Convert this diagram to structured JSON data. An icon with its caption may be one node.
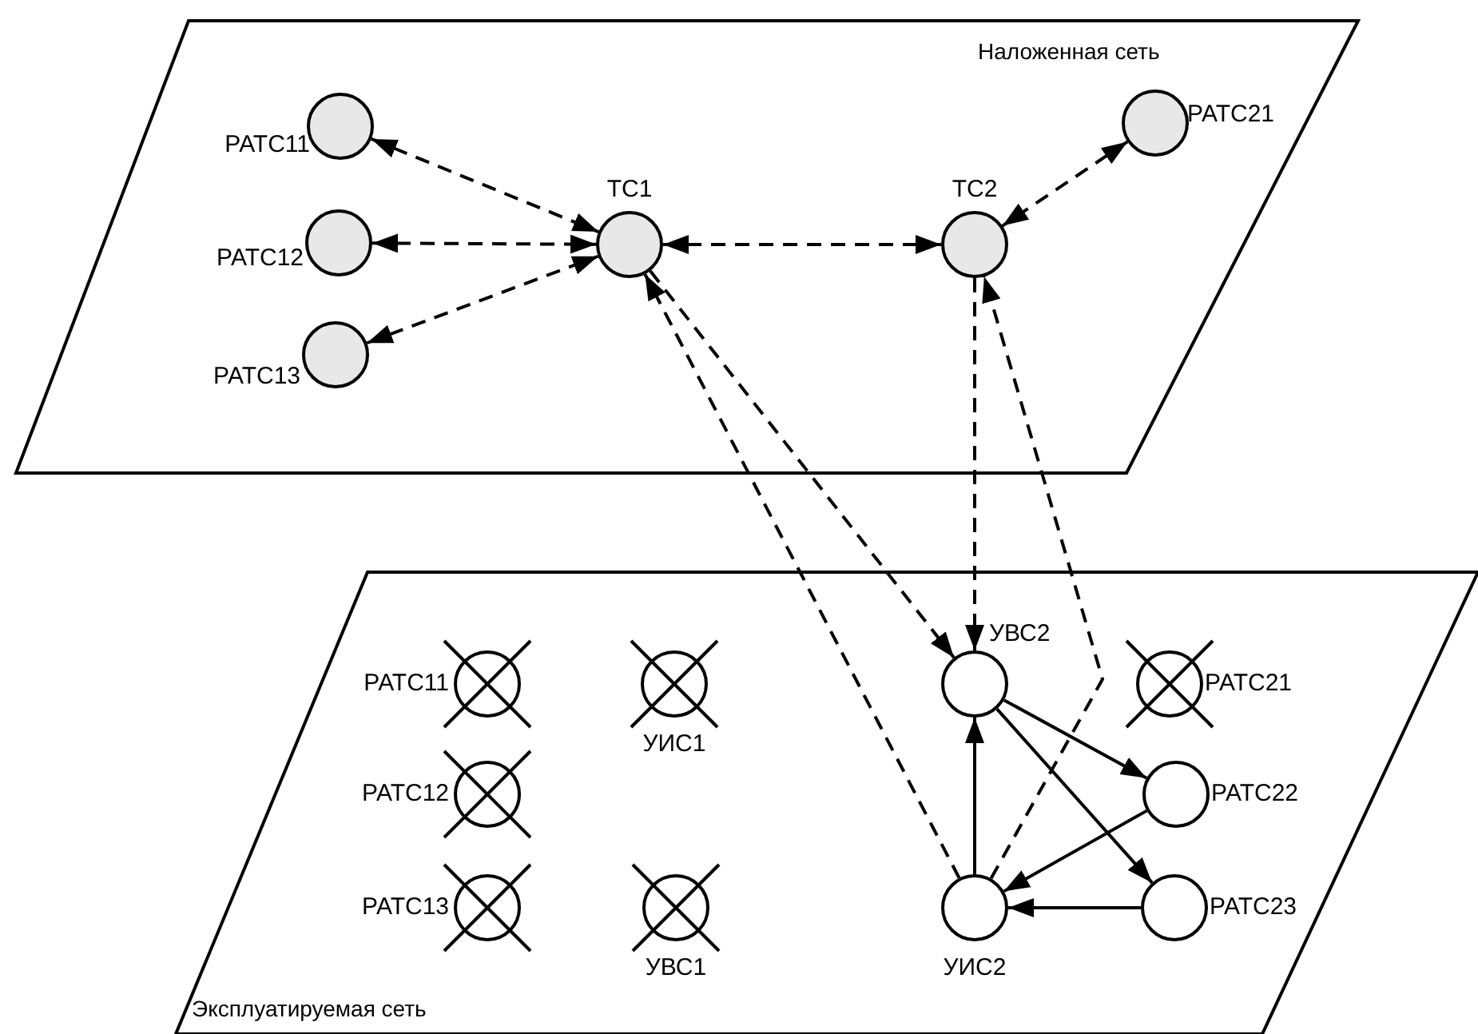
{
  "diagram": {
    "nodes": [
      {
        "text": [
          "Наложенная сеть"
        ]
      },
      {
        "text": [],
        "shape": "circle",
        "beside": [
          "РАТС11"
        ],
        "in": 0
      },
      {
        "text": [],
        "shape": "circle",
        "beside": [
          "РАТС12"
        ],
        "in": 0
      },
      {
        "text": [],
        "shape": "circle",
        "beside": [
          "РАТС13"
        ],
        "in": 0
      },
      {
        "text": [],
        "shape": "circle",
        "beside": [
          "ТС1"
        ],
        "in": 0
      },
      {
        "text": [],
        "shape": "circle",
        "beside": [
          "ТС2"
        ],
        "in": 0
      },
      {
        "text": [],
        "shape": "circle",
        "beside": [
          "РАТС21"
        ],
        "in": 0
      },
      {
        "text": [
          "Эксплуатируемая сеть"
        ]
      },
      {
        "text": [],
        "shape": "circle",
        "beside": [
          "РАТС11"
        ],
        "in": 7
      },
      {
        "text": [],
        "shape": "circle",
        "beside": [
          "УИС1"
        ],
        "in": 7
      },
      {
        "text": [],
        "shape": "circle",
        "beside": [
          "РАТС12"
        ],
        "in": 7
      },
      {
        "text": [],
        "shape": "circle",
        "beside": [
          "РАТС13"
        ],
        "in": 7
      },
      {
        "text": [],
        "shape": "circle",
        "beside": [
          "УВС1"
        ],
        "in": 7
      },
      {
        "text": [],
        "shape": "circle",
        "beside": [
          "УВС2"
        ],
        "in": 7
      },
      {
        "text": [],
        "shape": "circle",
        "beside": [
          "РАТС21"
        ],
        "in": 7
      },
      {
        "text": [],
        "shape": "circle",
        "beside": [
          "РАТС22"
        ],
        "in": 7
      },
      {
        "text": [],
        "shape": "circle",
        "beside": [
          "РАТС23"
        ],
        "in": 7
      },
      {
        "text": [],
        "shape": "circle",
        "beside": [
          "УИС2"
        ],
        "in": 7
      }
    ],
    "edges": [
      {
        "from": 1,
        "to": 4,
        "arrow": "both",
        "style": "dashed"
      },
      {
        "from": 2,
        "to": 4,
        "arrow": "both",
        "style": "dashed"
      },
      {
        "from": 3,
        "to": 4,
        "arrow": "both",
        "style": "dashed"
      },
      {
        "from": 4,
        "to": 5,
        "arrow": "both",
        "style": "dashed"
      },
      {
        "from": 6,
        "to": 5,
        "arrow": "both",
        "style": "dashed"
      },
      {
        "from": 4,
        "to": 13,
        "arrow": "to",
        "style": "dashed"
      },
      {
        "from": 17,
        "to": 4,
        "arrow": "to",
        "style": "dashed"
      },
      {
        "from": 5,
        "to": 13,
        "arrow": "to",
        "style": "dashed"
      },
      {
        "from": 17,
        "to": 5,
        "arrow": "to",
        "style": "dashed"
      },
      {
        "from": 17,
        "to": 13,
        "arrow": "to"
      },
      {
        "from": 13,
        "to": 15,
        "arrow": "to"
      },
      {
        "from": 13,
        "to": 16,
        "arrow": "to"
      },
      {
        "from": 15,
        "to": 17,
        "arrow": "to"
      },
      {
        "from": 16,
        "to": 17,
        "arrow": "to"
      }
    ]
  }
}
